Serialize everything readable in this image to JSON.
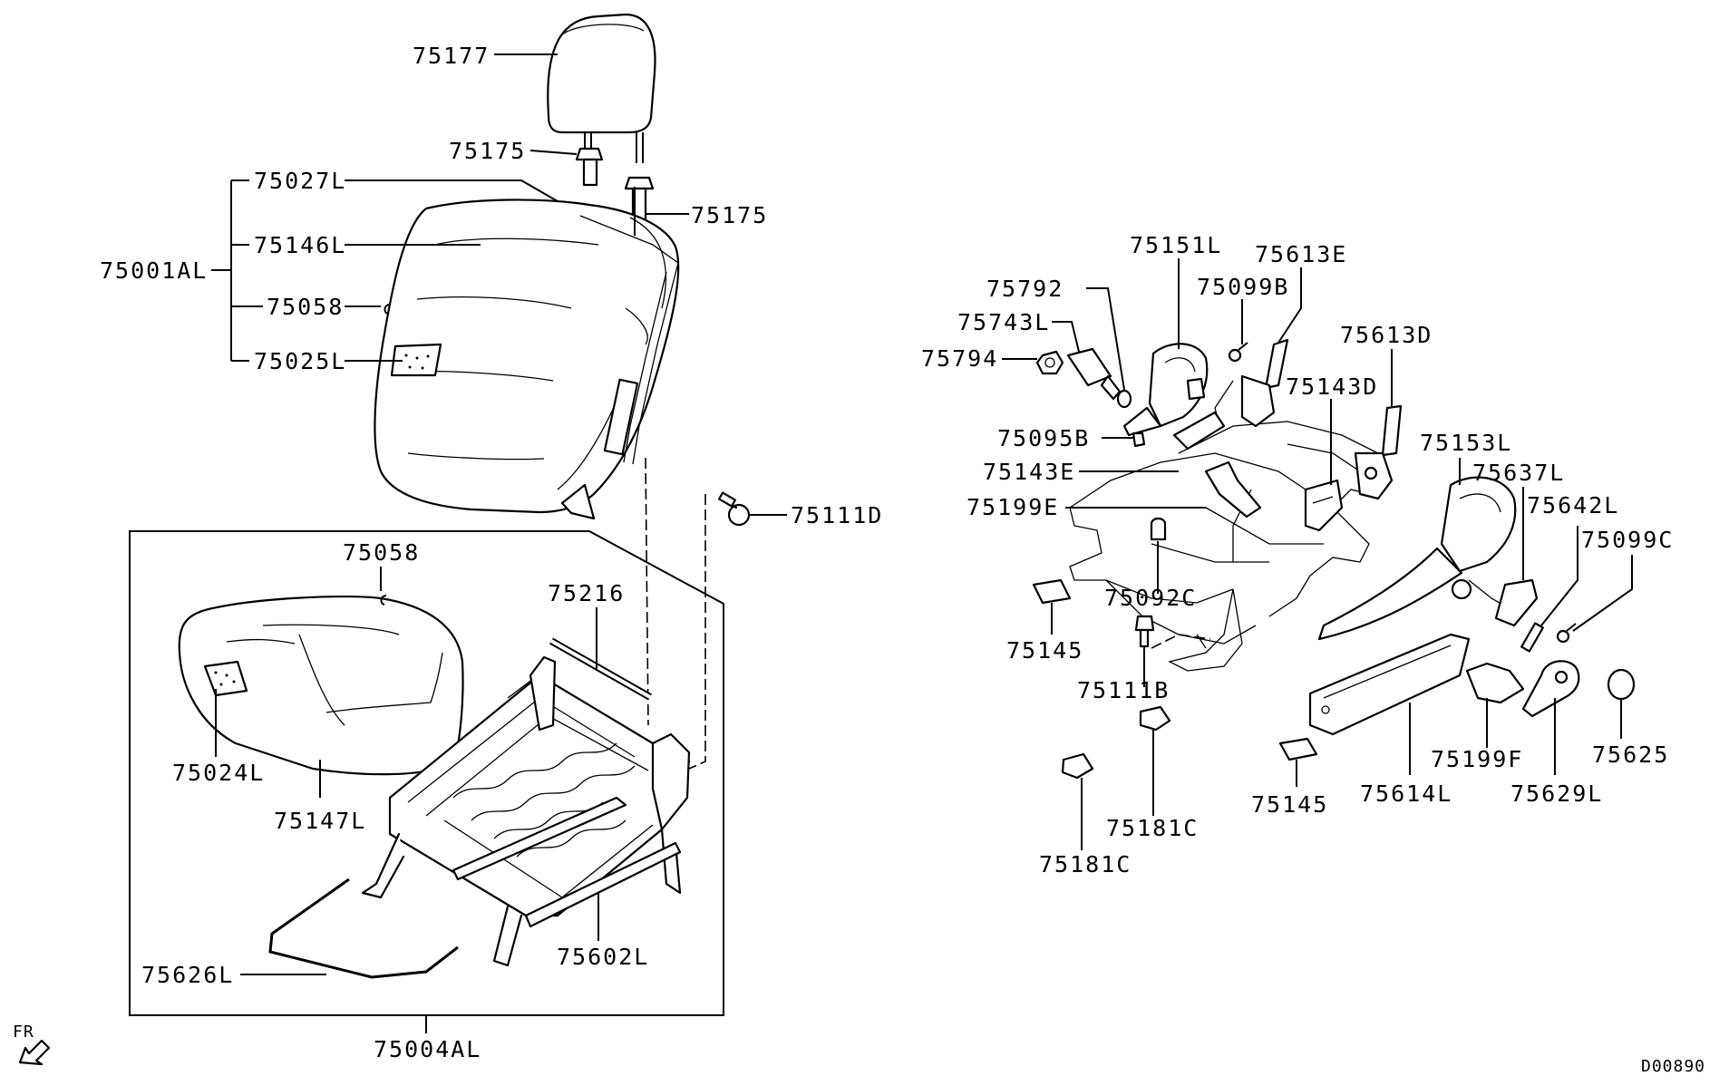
{
  "labels": {
    "p75177": "75177",
    "p75175a": "75175",
    "p75175b": "75175",
    "p75027L": "75027L",
    "p75146L": "75146L",
    "p75001AL": "75001AL",
    "p75058a": "75058",
    "p75025L": "75025L",
    "p75111D": "75111D",
    "p75058b": "75058",
    "p75216": "75216",
    "p75024L": "75024L",
    "p75147L": "75147L",
    "p75602L": "75602L",
    "p75626L": "75626L",
    "p75004AL": "75004AL",
    "p75151L": "75151L",
    "p75613E": "75613E",
    "p75792": "75792",
    "p75099B": "75099B",
    "p75743L": "75743L",
    "p75613D": "75613D",
    "p75794": "75794",
    "p75143D": "75143D",
    "p75095B": "75095B",
    "p75153L": "75153L",
    "p75143E": "75143E",
    "p75637L": "75637L",
    "p75199E": "75199E",
    "p75642L": "75642L",
    "p75099C": "75099C",
    "p75092C": "75092C",
    "p75145a": "75145",
    "p75111B": "75111B",
    "p75181Ca": "75181C",
    "p75199F": "75199F",
    "p75625": "75625",
    "p75145b": "75145",
    "p75614L": "75614L",
    "p75629L": "75629L",
    "p75181Cb": "75181C",
    "fr": "FR",
    "diagram_code": "D00890"
  }
}
